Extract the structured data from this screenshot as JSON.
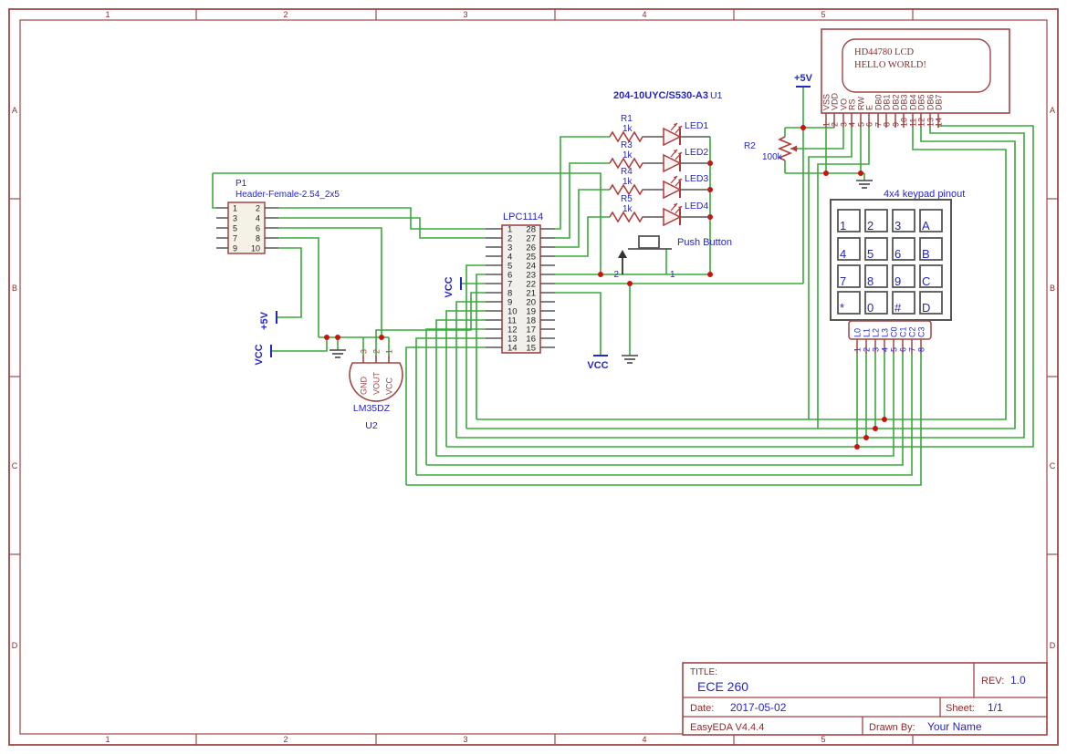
{
  "colors": {
    "frame": "#a04848",
    "wire": "#3aa83c",
    "symbol": "#a04545",
    "resistor": "#b03b3b",
    "blue": "#2525cc",
    "maroon": "#8b2a2a",
    "dark": "#222222",
    "gray_pin": "#555555",
    "junction": "#cc1111",
    "fill_ic": "#f1f0ec",
    "fill_header": "#f5f1e6"
  },
  "frame": {
    "cols": [
      "1",
      "2",
      "3",
      "4",
      "5"
    ],
    "rows": [
      "A",
      "B",
      "C",
      "D"
    ]
  },
  "title_block": {
    "title_label": "TITLE:",
    "title": "ECE 260",
    "rev_label": "REV:",
    "rev": "1.0",
    "date_label": "Date:",
    "date": "2017-05-02",
    "sheet_label": "Sheet:",
    "sheet": "1/1",
    "tool": "EasyEDA V4.4.4",
    "drawn_label": "Drawn By:",
    "drawn": "Your Name"
  },
  "lcd": {
    "display_line1": "HD44780 LCD",
    "display_line2": "HELLO WORLD!",
    "pins": [
      {
        "n": "1",
        "name": "VSS"
      },
      {
        "n": "2",
        "name": "VDD"
      },
      {
        "n": "3",
        "name": "VO"
      },
      {
        "n": "4",
        "name": "RS"
      },
      {
        "n": "5",
        "name": "RW"
      },
      {
        "n": "6",
        "name": "E"
      },
      {
        "n": "7",
        "name": "DB0"
      },
      {
        "n": "8",
        "name": "DB1"
      },
      {
        "n": "9",
        "name": "DB2"
      },
      {
        "n": "10",
        "name": "DB3"
      },
      {
        "n": "11",
        "name": "DB4"
      },
      {
        "n": "12",
        "name": "DB5"
      },
      {
        "n": "13",
        "name": "DB6"
      },
      {
        "n": "14",
        "name": "DB7"
      }
    ]
  },
  "lpc": {
    "name": "LPC1114",
    "left": [
      "1",
      "2",
      "3",
      "4",
      "5",
      "6",
      "7",
      "8",
      "9",
      "10",
      "11",
      "12",
      "13",
      "14"
    ],
    "right": [
      "28",
      "27",
      "26",
      "25",
      "24",
      "23",
      "22",
      "21",
      "20",
      "19",
      "18",
      "17",
      "16",
      "15"
    ]
  },
  "p1": {
    "ref": "P1",
    "value": "Header-Female-2.54_2x5",
    "left": [
      "1",
      "3",
      "5",
      "7",
      "9"
    ],
    "right": [
      "2",
      "4",
      "6",
      "8",
      "10"
    ]
  },
  "lm35": {
    "ref": "U2",
    "value": "LM35DZ",
    "pins": [
      {
        "n": "3",
        "name": "GND"
      },
      {
        "n": "2",
        "name": "VOUT"
      },
      {
        "n": "1",
        "name": "VCC"
      }
    ]
  },
  "led_bank": {
    "part": "204-10UYC/S530-A3",
    "ref": "U1",
    "items": [
      {
        "r": "R1",
        "v": "1k",
        "led": "LED1"
      },
      {
        "r": "R3",
        "v": "1k",
        "led": "LED2"
      },
      {
        "r": "R4",
        "v": "1k",
        "led": "LED3"
      },
      {
        "r": "R5",
        "v": "1k",
        "led": "LED4"
      }
    ]
  },
  "push_button": {
    "label": "Push Button",
    "pin1": "1",
    "pin2": "2"
  },
  "pot": {
    "ref": "R2",
    "value": "100k"
  },
  "keypad": {
    "title": "4x4 keypad pinout",
    "keys": [
      [
        "1",
        "2",
        "3",
        "A"
      ],
      [
        "4",
        "5",
        "6",
        "B"
      ],
      [
        "7",
        "8",
        "9",
        "C"
      ],
      [
        "*",
        "0",
        "#",
        "D"
      ]
    ],
    "conn_labels": [
      "L0",
      "L1",
      "L2",
      "L3",
      "C0",
      "C1",
      "C2",
      "C3"
    ],
    "conn_numbers": [
      "1",
      "2",
      "3",
      "4",
      "5",
      "6",
      "7",
      "8"
    ]
  },
  "power": {
    "plus5v": "+5V",
    "vcc": "VCC"
  }
}
